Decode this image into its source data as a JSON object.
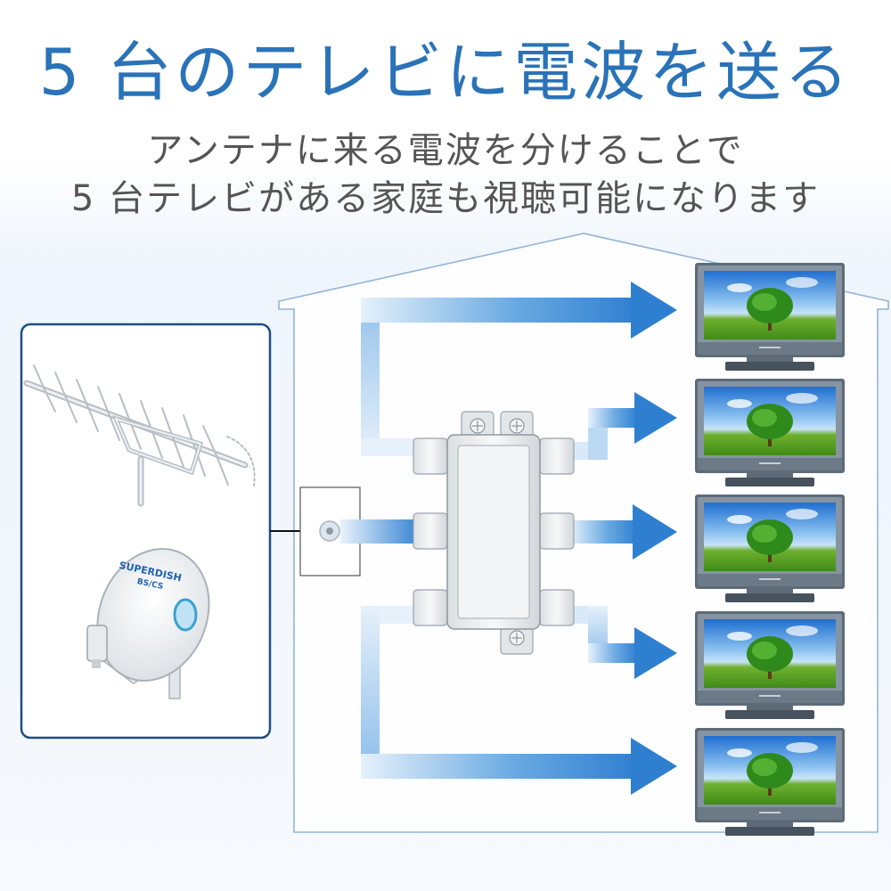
{
  "header": {
    "title": "5 台のテレビに電波を送る",
    "subtitle_line1": "アンテナに来る電波を分けることで",
    "subtitle_line2": "5 台テレビがある家庭も視聴可能になります"
  },
  "dish": {
    "brand": "SUPERDISH",
    "band": "BS/CS"
  },
  "icons": [
    "house-outline",
    "uhf-antenna-icon",
    "satellite-dish-icon",
    "wall-outlet-icon",
    "splitter-icon",
    "arrow-icon",
    "tv-icon"
  ],
  "colors": {
    "title": "#2a73b8",
    "arrow": "#2f7fd0",
    "arrow_light": "#d6e9f8",
    "house_stroke": "#8fb1d6",
    "panel_border": "#1e4e86"
  }
}
